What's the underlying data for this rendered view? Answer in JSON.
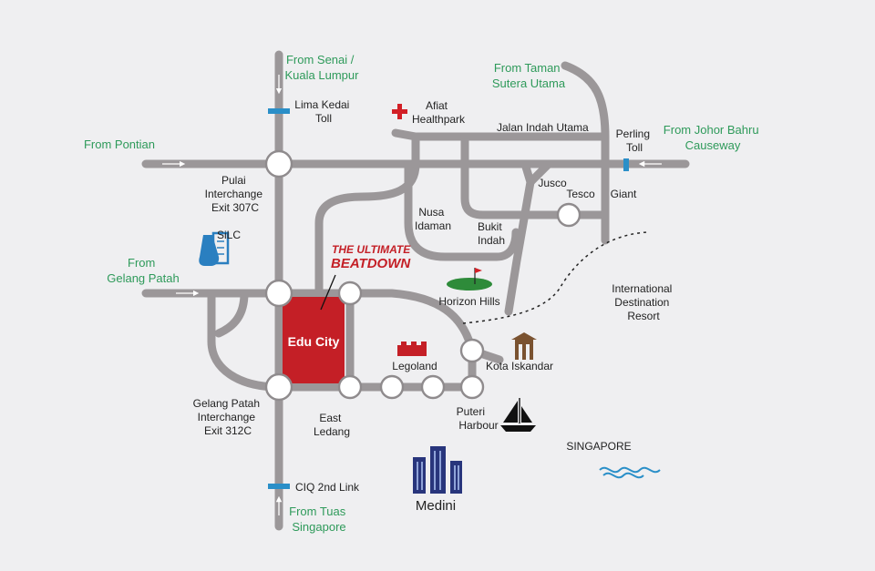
{
  "labels": {
    "from_senai": [
      "From Senai /",
      "Kuala Lumpur"
    ],
    "lima_kedai": [
      "Lima Kedai",
      "Toll"
    ],
    "afiat": [
      "Afiat",
      "Healthpark"
    ],
    "from_taman": [
      "From Taman",
      "Sutera Utama"
    ],
    "jalan_indah": "Jalan Indah Utama",
    "perling": [
      "Perling",
      "Toll"
    ],
    "from_jb": [
      "From Johor Bahru",
      "Causeway"
    ],
    "from_pontian": "From Pontian",
    "pulai": [
      "Pulai",
      "Interchange",
      "Exit 307C"
    ],
    "nusa": [
      "Nusa",
      "Idaman"
    ],
    "bukit": [
      "Bukit",
      "Indah"
    ],
    "jusco": "Jusco",
    "tesco": "Tesco",
    "giant": "Giant",
    "silc": "SiLC",
    "from_gelang": [
      "From",
      "Gelang Patah"
    ],
    "ultimate_1": "THE ULTIMATE",
    "ultimate_2": "BEATDOWN",
    "horizon": "Horizon Hills",
    "idr": [
      "International",
      "Destination",
      "Resort"
    ],
    "edu_city": "Edu City",
    "legoland": "Legoland",
    "kota": "Kota Iskandar",
    "gelang_ic": [
      "Gelang Patah",
      "Interchange",
      "Exit 312C"
    ],
    "east_ledang": [
      "East",
      "Ledang"
    ],
    "puteri": [
      "Puteri",
      "Harbour"
    ],
    "singapore": "SINGAPORE",
    "ciq": "CIQ 2nd Link",
    "from_tuas": [
      "From Tuas",
      "Singapore"
    ],
    "medini": "Medini"
  },
  "colors": {
    "background": "#efeff1",
    "road": "#9b9799",
    "label_green": "#2e9a5a",
    "edu_city_red": "#c41f26",
    "toll_blue": "#2a8fc8",
    "medini_blue": "#28357c"
  },
  "icons": [
    "hospital-cross-icon",
    "lab-flask-icon",
    "golf-flag-icon",
    "lego-brick-icon",
    "tower-icon",
    "sailboat-icon",
    "buildings-icon",
    "wave-icon"
  ]
}
